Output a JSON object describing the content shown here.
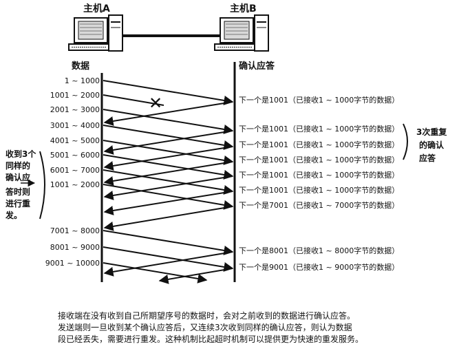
{
  "hosts": {
    "a": "主机A",
    "b": "主机B"
  },
  "column_headers": {
    "sender": "数据",
    "receiver": "确认应答"
  },
  "segments": [
    "1 ~ 1000",
    "1001 ~ 2000",
    "2001 ~ 3000",
    "3001 ~ 4000",
    "4001 ~ 5000",
    "5001 ~ 6000",
    "6001 ~ 7000",
    "1001 ~ 2000",
    "7001 ~ 8000",
    "8001 ~ 9000",
    "9001 ~ 10000"
  ],
  "acks": [
    "下一个是1001（已接收1 ~ 1000字节的数据）",
    "下一个是1001（已接收1 ~ 1000字节的数据）",
    "下一个是1001（已接收1 ~ 1000字节的数据）",
    "下一个是1001（已接收1 ~ 1000字节的数据）",
    "下一个是1001（已接收1 ~ 1000字节的数据）",
    "下一个是1001（已接收1 ~ 1000字节的数据）",
    "下一个是7001（已接收1 ~ 7000字节的数据）",
    "下一个是8001（已接收1 ~ 8000字节的数据）",
    "下一个是9001（已接收1 ~ 9000字节的数据）"
  ],
  "left_note": [
    "收到3个",
    "同样的",
    "确认应",
    "答时则",
    "进行重",
    "发。"
  ],
  "right_note": [
    "3次重复",
    "的确认",
    "应答"
  ],
  "lost_marker": "✕",
  "caption": [
    "接收端在没有收到自己所期望序号的数据时，会对之前收到的数据进行确认应答。",
    "发送端则一旦收到某个确认应答后，又连续3次收到同样的确认应答，则认为数据",
    "段已经丢失，需要进行重发。这种机制比起超时机制可以提供更为快速的重发服务。"
  ]
}
